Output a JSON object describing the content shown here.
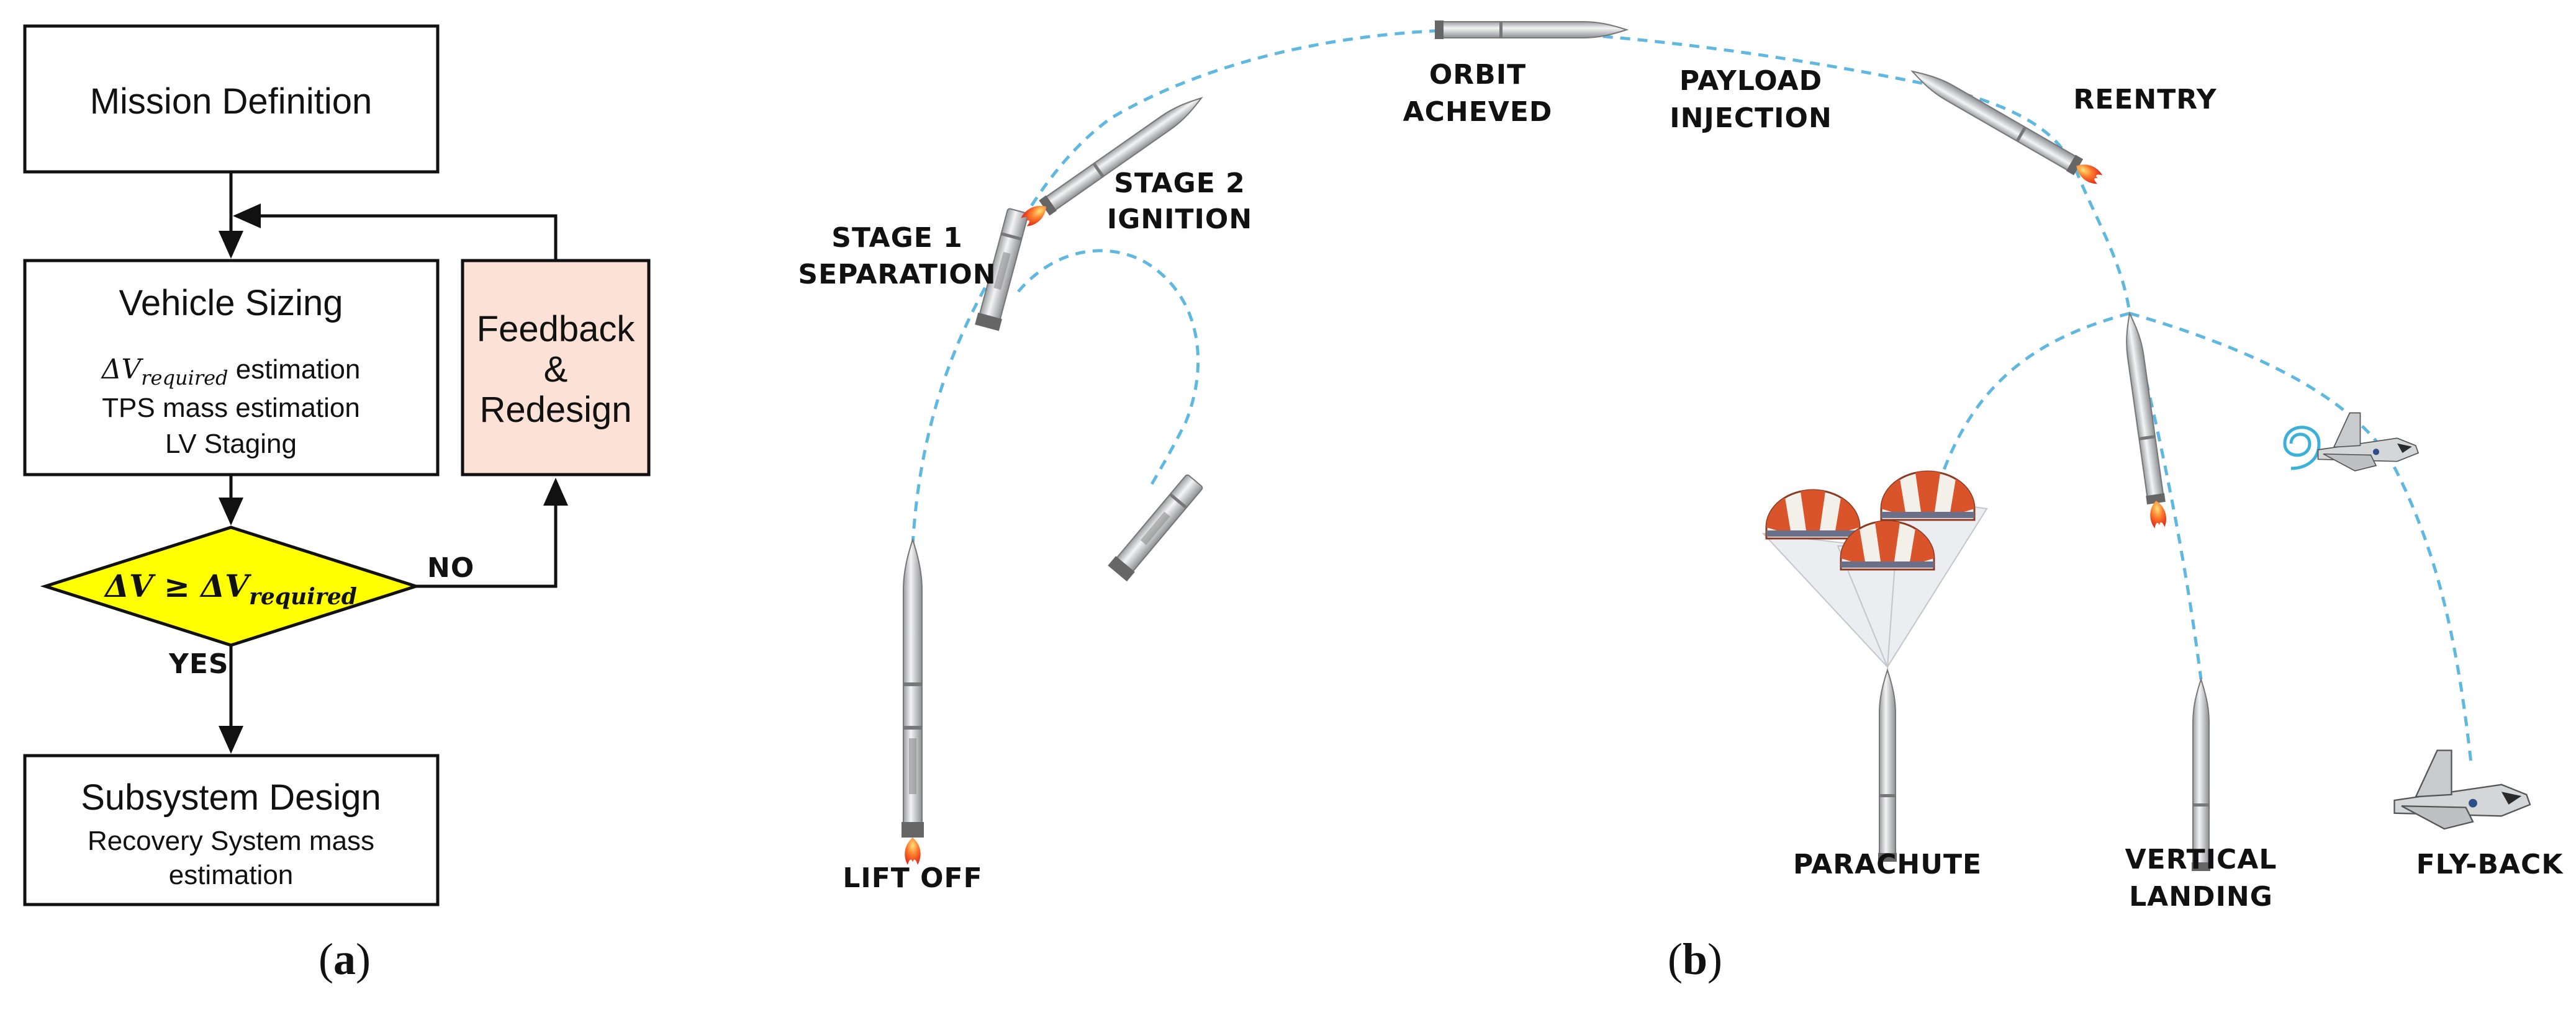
{
  "panel_a": {
    "caption": "a",
    "mission": {
      "title": "Mission Definition"
    },
    "sizing": {
      "title": "Vehicle Sizing",
      "line1_symbol": "ΔV",
      "line1_sub": "required",
      "line1_text": " estimation",
      "line2": "TPS mass estimation",
      "line3": "LV Staging"
    },
    "feedback": {
      "line1": "Feedback",
      "line2": "&",
      "line3": "Redesign"
    },
    "decision": {
      "lhs": "ΔV ≥ ΔV",
      "sub": "required"
    },
    "no_label": "NO",
    "yes_label": "YES",
    "subsystem": {
      "title": "Subsystem Design",
      "line1": "Recovery System mass",
      "line2": "estimation"
    }
  },
  "panel_b": {
    "caption": "b",
    "labels": {
      "lift_off": "LIFT OFF",
      "stage1_a": "STAGE 1",
      "stage1_b": "SEPARATION",
      "stage2_a": "STAGE 2",
      "stage2_b": "IGNITION",
      "orbit_a": "ORBIT",
      "orbit_b": "ACHEVED",
      "payload_a": "PAYLOAD",
      "payload_b": "INJECTION",
      "reentry": "REENTRY",
      "parachute": "PARACHUTE",
      "vertical_a": "VERTICAL",
      "vertical_b": "LANDING",
      "flyback": "FLY-BACK"
    }
  },
  "colors": {
    "decision_fill": "#ffff00",
    "feedback_fill": "#fbe1d6",
    "trajectory": "#5fb8e0",
    "flame": "#ff5a1f",
    "rocket_body": "#d9dadc",
    "parachute_stripe": "#d9542a"
  },
  "icons": [
    "rocket-icon",
    "parachute-icon",
    "spaceplane-icon",
    "swirl-icon"
  ]
}
